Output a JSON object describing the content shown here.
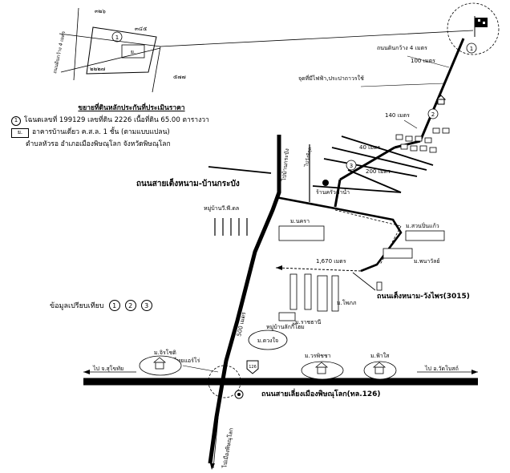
{
  "legend": {
    "heading": "ขยายที่ดินหลักประกันที่ประเมินราคา",
    "line1_marker": "1",
    "line1_text": "โฉนดเลขที่ 199129 เลขที่ดิน 2226 เนื้อที่ดิน 65.00 ตารางวา",
    "line2_marker": "ย.",
    "line2_text": "อาคารบ้านเดี่ยว ค.ส.ล. 1 ชั้น (ตามแบบแปลน)",
    "line3_text": "ตำบลหัวรอ อำเภอเมืองพิษณุโลก จังหวัดพิษณุโลก"
  },
  "compare": {
    "label": "ข้อมูลเปรียบเทียบ",
    "markers": [
      "1",
      "2",
      "3"
    ]
  },
  "plot": {
    "parcel_marker": "1",
    "house_marker": "ย.",
    "n_top": "๓๒๖",
    "n_top_right": "๓๔๕",
    "n_bottom": "๒๒๒๗",
    "n_right": "๕๗๗",
    "road_side_label": "ถนนดินกว้าง 4 เมตร"
  },
  "labels": {
    "road_dirt": "ถนนดินกว้าง 4 เมตร",
    "dist_100": "100 เมตร",
    "utility": "จุดที่มีไฟฟ้า,ประปาถาวรใช้",
    "dist_140": "140 เมตร",
    "dist_40": "40 เมตร",
    "dist_200": "200 เมตร",
    "dist_1670": "1,670 เมตร",
    "dist_500": "500 เมตร",
    "road_saiteng": "ถนนสายเต็งหนาม-บ้านกระบัง",
    "road_ban_krabang": "ไปบ้านกระบัง",
    "road_wangphai_v": "ไปวังพิกุล",
    "road_wangphai": "ถนนเต็งหนาม-วังไพร(3015)",
    "highway": "ถนนสายเลี่ยงเมืองพิษณุโลก(ทล.126)",
    "shop": "ร้านครัวตำน้ำ",
    "village_pv": "หมู่บ้านวี.พี.ดล",
    "village_lucky": "หมู่บ้านลักกี้โฮม",
    "m_nakhon": "ม.นครา",
    "m_suanpinkaew": "ม.สวนปิ่นแก้ว",
    "m_phanawan": "ม.พนาวัลย์",
    "m_phophan": "ม.โพภภ",
    "m_rachathani": "ม.ราชธานี",
    "m_tuangchai": "ม.ดวงใจ",
    "m_jirachote": "ม.จิรโชติ",
    "m_worapichaya": "ม.วรพิชชา",
    "m_fasai": "ม.ฟ้าใส",
    "intersection": "สี่แยกไทยแอร์โร่",
    "to_sukhothai": "ไป จ.สุโขทัย",
    "to_watbot": "ไป อ.วัดโบสถ์",
    "to_phitsanulok": "ไปเมืองพิษณุโลก",
    "marker1": "1",
    "marker2": "2",
    "marker3": "3",
    "shield": "126"
  }
}
